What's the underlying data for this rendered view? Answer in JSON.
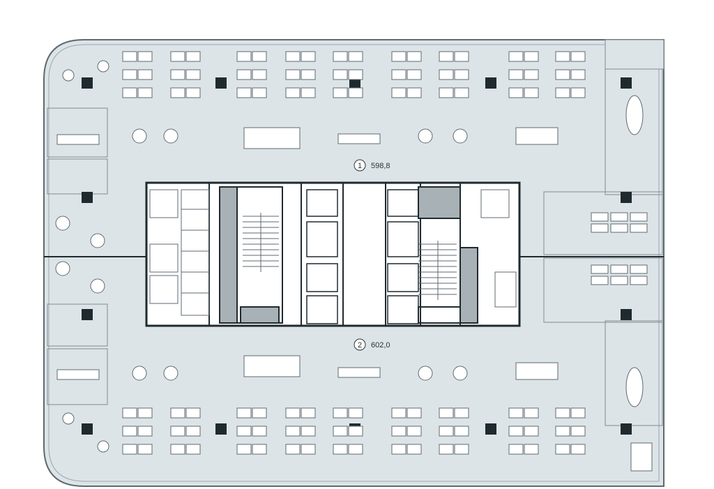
{
  "plan": {
    "units": [
      {
        "number": "1",
        "area": "598,8"
      },
      {
        "number": "2",
        "area": "602,0"
      }
    ]
  }
}
